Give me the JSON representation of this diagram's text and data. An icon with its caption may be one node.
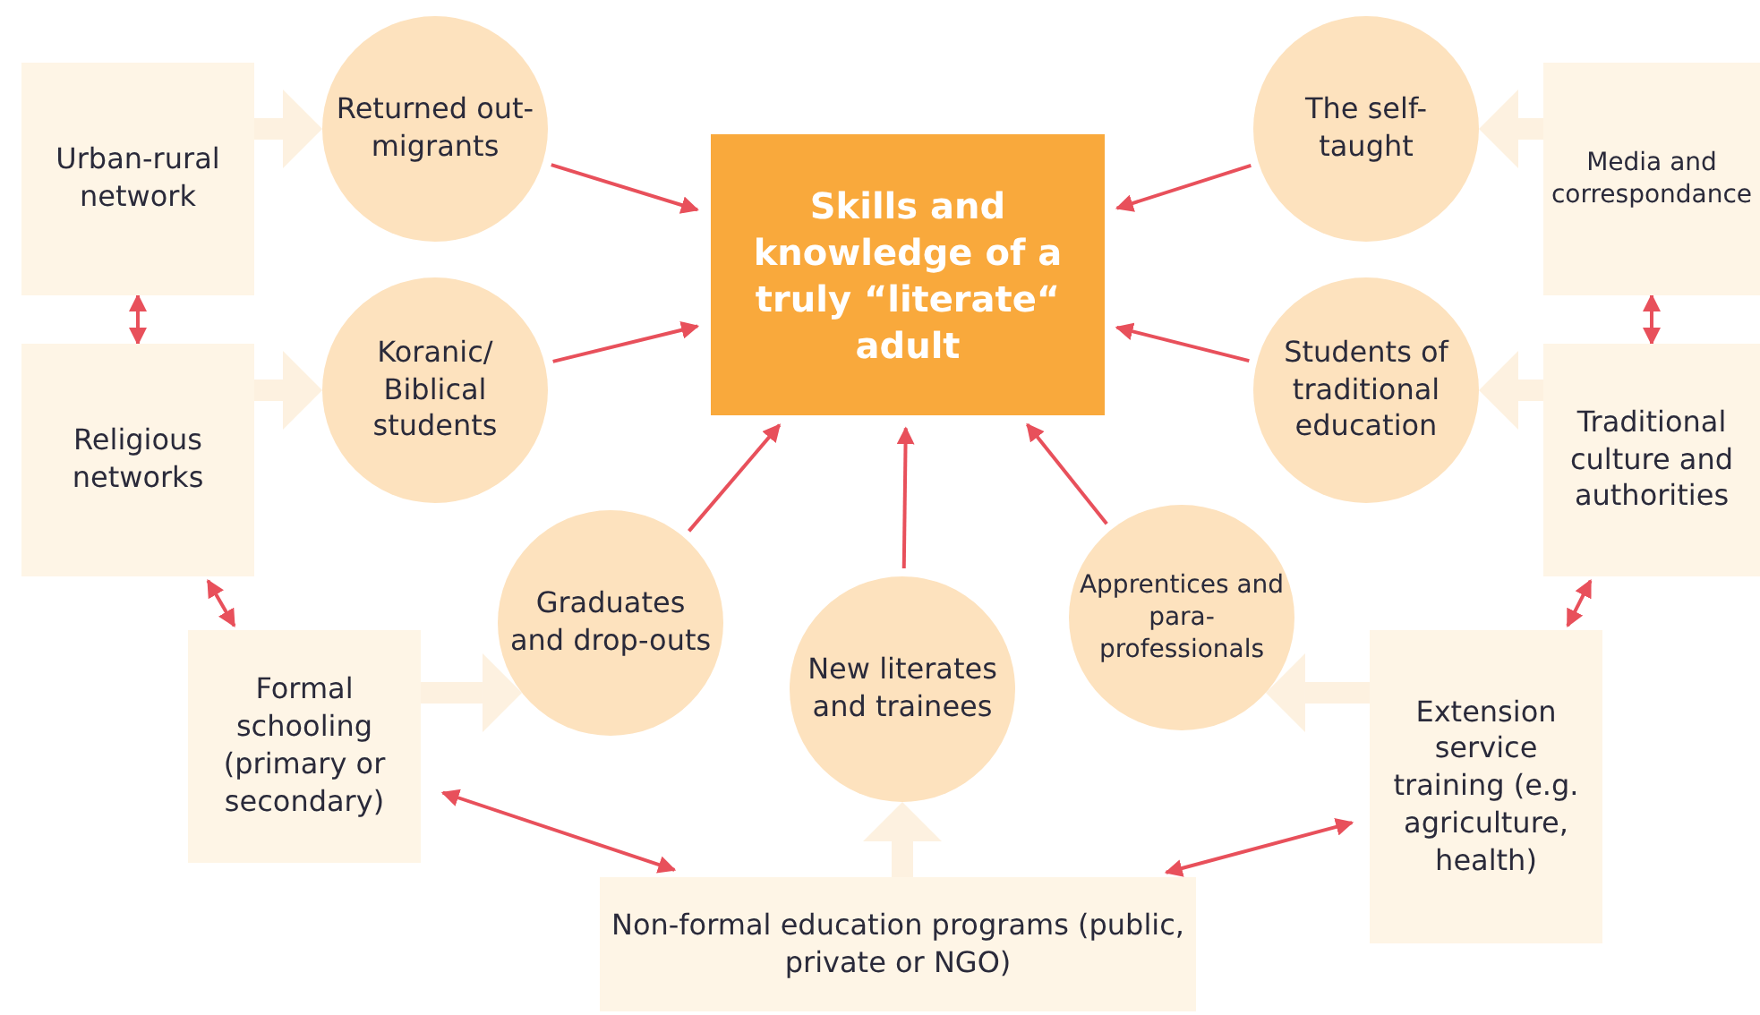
{
  "diagram": {
    "nodes": [
      {
        "text": [
          "Skills and knowledge of a truly “literate“ adult"
        ]
      },
      {
        "text": [
          "Urban-rural network"
        ]
      },
      {
        "text": [
          "Returned out-migrants"
        ]
      },
      {
        "text": [
          "The self-taught"
        ]
      },
      {
        "text": [
          "Media and correspondance"
        ]
      },
      {
        "text": [
          "Religious networks"
        ]
      },
      {
        "text": [
          "Koranic/ Biblical students"
        ]
      },
      {
        "text": [
          "Students of traditional education"
        ]
      },
      {
        "text": [
          "Traditional culture and authorities"
        ]
      },
      {
        "text": [
          "Graduates and drop-outs"
        ]
      },
      {
        "text": [
          "New literates and trainees"
        ]
      },
      {
        "text": [
          "Apprentices and para-professionals"
        ]
      },
      {
        "text": [
          "Formal schooling (primary or secondary)"
        ]
      },
      {
        "text": [
          "Extension service training (e.g. agriculture, health)"
        ]
      },
      {
        "text": [
          "Non-formal education programs (public, private or NGO)"
        ]
      }
    ],
    "edges": [
      {
        "from": 2,
        "to": 0,
        "arrow": "to"
      },
      {
        "from": 6,
        "to": 0,
        "arrow": "to"
      },
      {
        "from": 9,
        "to": 0,
        "arrow": "to"
      },
      {
        "from": 10,
        "to": 0,
        "arrow": "to"
      },
      {
        "from": 11,
        "to": 0,
        "arrow": "to"
      },
      {
        "from": 3,
        "to": 0,
        "arrow": "to"
      },
      {
        "from": 7,
        "to": 0,
        "arrow": "to"
      },
      {
        "from": 1,
        "to": 5,
        "arrow": "both"
      },
      {
        "from": 4,
        "to": 8,
        "arrow": "both"
      },
      {
        "from": 5,
        "to": 12,
        "arrow": "both"
      },
      {
        "from": 12,
        "to": 14,
        "arrow": "both"
      },
      {
        "from": 14,
        "to": 13,
        "arrow": "both"
      },
      {
        "from": 8,
        "to": 13,
        "arrow": "both"
      },
      {
        "from": 1,
        "to": 2,
        "arrow": "to",
        "style": "thick",
        "color": "#fdf1e0"
      },
      {
        "from": 5,
        "to": 6,
        "arrow": "to",
        "style": "thick",
        "color": "#fdf1e0"
      },
      {
        "from": 12,
        "to": 9,
        "arrow": "to",
        "style": "thick",
        "color": "#fdf1e0"
      },
      {
        "from": 14,
        "to": 10,
        "arrow": "to",
        "style": "thick",
        "color": "#fdf1e0"
      },
      {
        "from": 4,
        "to": 3,
        "arrow": "to",
        "style": "thick",
        "color": "#fdf1e0"
      },
      {
        "from": 8,
        "to": 7,
        "arrow": "to",
        "style": "thick",
        "color": "#fdf1e0"
      },
      {
        "from": 13,
        "to": 11,
        "arrow": "to",
        "style": "thick",
        "color": "#fdf1e0"
      }
    ]
  }
}
